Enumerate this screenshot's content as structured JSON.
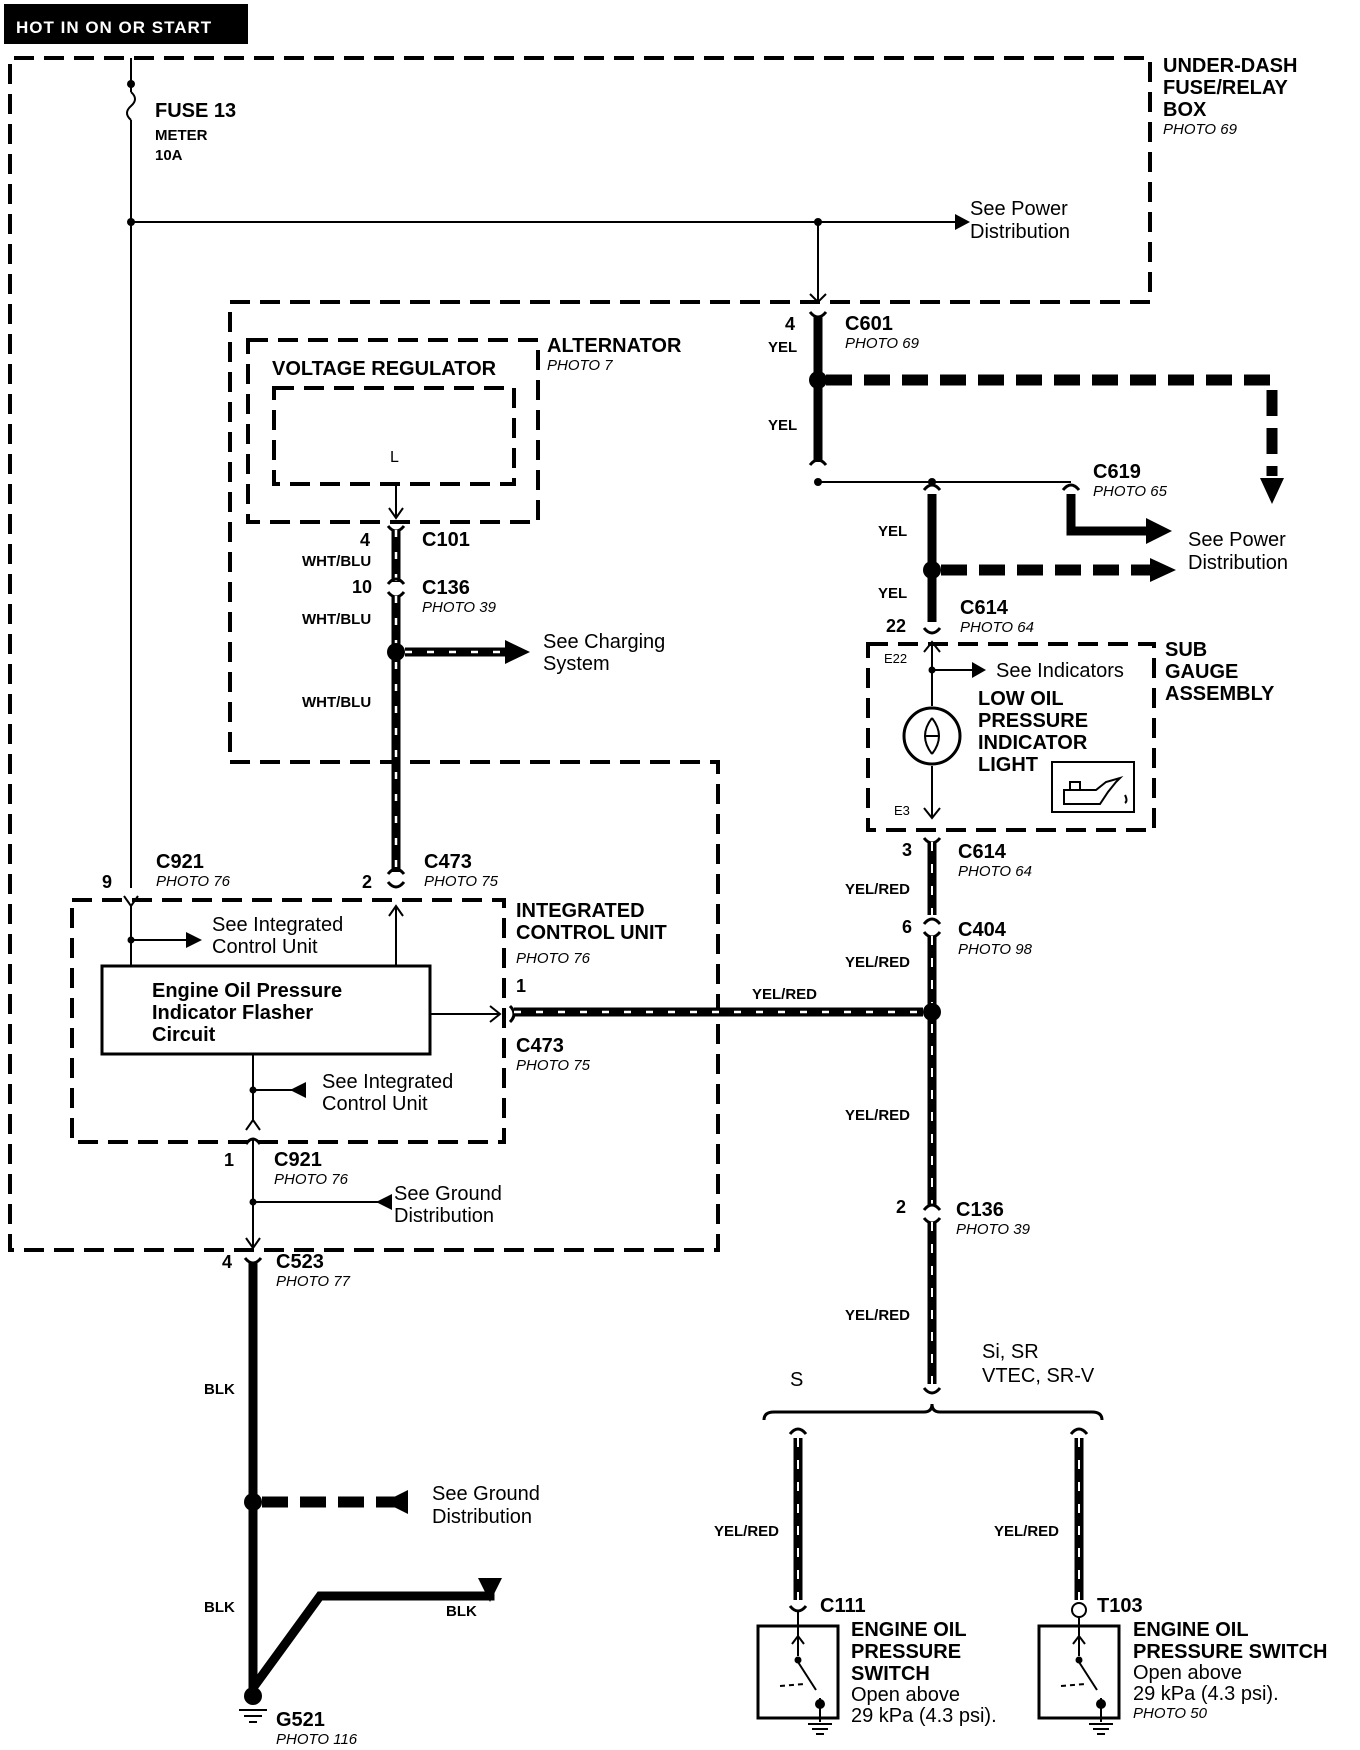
{
  "header": "HOT IN ON OR START",
  "fuse": {
    "name": "FUSE 13",
    "circuit": "METER",
    "rating": "10A"
  },
  "underdash": {
    "l1": "UNDER-DASH",
    "l2": "FUSE/RELAY",
    "l3": "BOX",
    "photo": "PHOTO 69"
  },
  "power1": {
    "l1": "See Power",
    "l2": "Distribution"
  },
  "power2": {
    "l1": "See Power",
    "l2": "Distribution"
  },
  "c601": {
    "pin": "4",
    "name": "C601",
    "photo": "PHOTO 69"
  },
  "wires": {
    "yel": "YEL",
    "whtblu": "WHT/BLU",
    "yelred": "YEL/RED",
    "blk": "BLK"
  },
  "alternator": {
    "name": "ALTERNATOR",
    "photo": "PHOTO 7",
    "regulator": "VOLTAGE REGULATOR",
    "terminal": "L"
  },
  "c101": {
    "pin": "4",
    "name": "C101"
  },
  "c136a": {
    "pin": "10",
    "name": "C136",
    "photo": "PHOTO 39"
  },
  "charging": {
    "l1": "See Charging",
    "l2": "System"
  },
  "c619": {
    "name": "C619",
    "photo": "PHOTO 65"
  },
  "c614a": {
    "pin": "22",
    "name": "C614",
    "photo": "PHOTO 64"
  },
  "subgauge": {
    "l1": "SUB",
    "l2": "GAUGE",
    "l3": "ASSEMBLY"
  },
  "indicators": "See Indicators",
  "lamp": {
    "l1": "LOW OIL",
    "l2": "PRESSURE",
    "l3": "INDICATOR",
    "l4": "LIGHT",
    "t1": "E22",
    "t2": "E3"
  },
  "c614b": {
    "pin": "3",
    "name": "C614",
    "photo": "PHOTO 64"
  },
  "c404": {
    "pin": "6",
    "name": "C404",
    "photo": "PHOTO 98"
  },
  "c921a": {
    "pin": "9",
    "name": "C921",
    "photo": "PHOTO 76"
  },
  "c473a": {
    "pin": "2",
    "name": "C473",
    "photo": "PHOTO 75"
  },
  "icu": {
    "l1": "INTEGRATED",
    "l2": "CONTROL UNIT",
    "photo": "PHOTO 76"
  },
  "seeicu1": {
    "l1": "See Integrated",
    "l2": "Control Unit"
  },
  "seeicu2": {
    "l1": "See Integrated",
    "l2": "Control Unit"
  },
  "flasher": {
    "l1": "Engine Oil Pressure",
    "l2": "Indicator Flasher",
    "l3": "Circuit"
  },
  "c473b": {
    "pin": "1",
    "name": "C473",
    "photo": "PHOTO 75"
  },
  "c921b": {
    "pin": "1",
    "name": "C921",
    "photo": "PHOTO 76"
  },
  "ground1": {
    "l1": "See Ground",
    "l2": "Distribution"
  },
  "ground2": {
    "l1": "See Ground",
    "l2": "Distribution"
  },
  "c523": {
    "pin": "4",
    "name": "C523",
    "photo": "PHOTO 77"
  },
  "c136b": {
    "pin": "2",
    "name": "C136",
    "photo": "PHOTO 39"
  },
  "variant": {
    "s": "S",
    "si1": "Si, SR",
    "si2": "VTEC, SR-V"
  },
  "c111": {
    "name": "C111"
  },
  "t103": {
    "name": "T103"
  },
  "switch1": {
    "l1": "ENGINE OIL",
    "l2": "PRESSURE",
    "l3": "SWITCH",
    "l4": "Open above",
    "l5": "29 kPa (4.3 psi)."
  },
  "switch2": {
    "l1": "ENGINE OIL",
    "l2": "PRESSURE SWITCH",
    "l3": "Open above",
    "l4": "29 kPa (4.3 psi).",
    "photo": "PHOTO 50"
  },
  "g521": {
    "name": "G521",
    "photo": "PHOTO 116"
  }
}
